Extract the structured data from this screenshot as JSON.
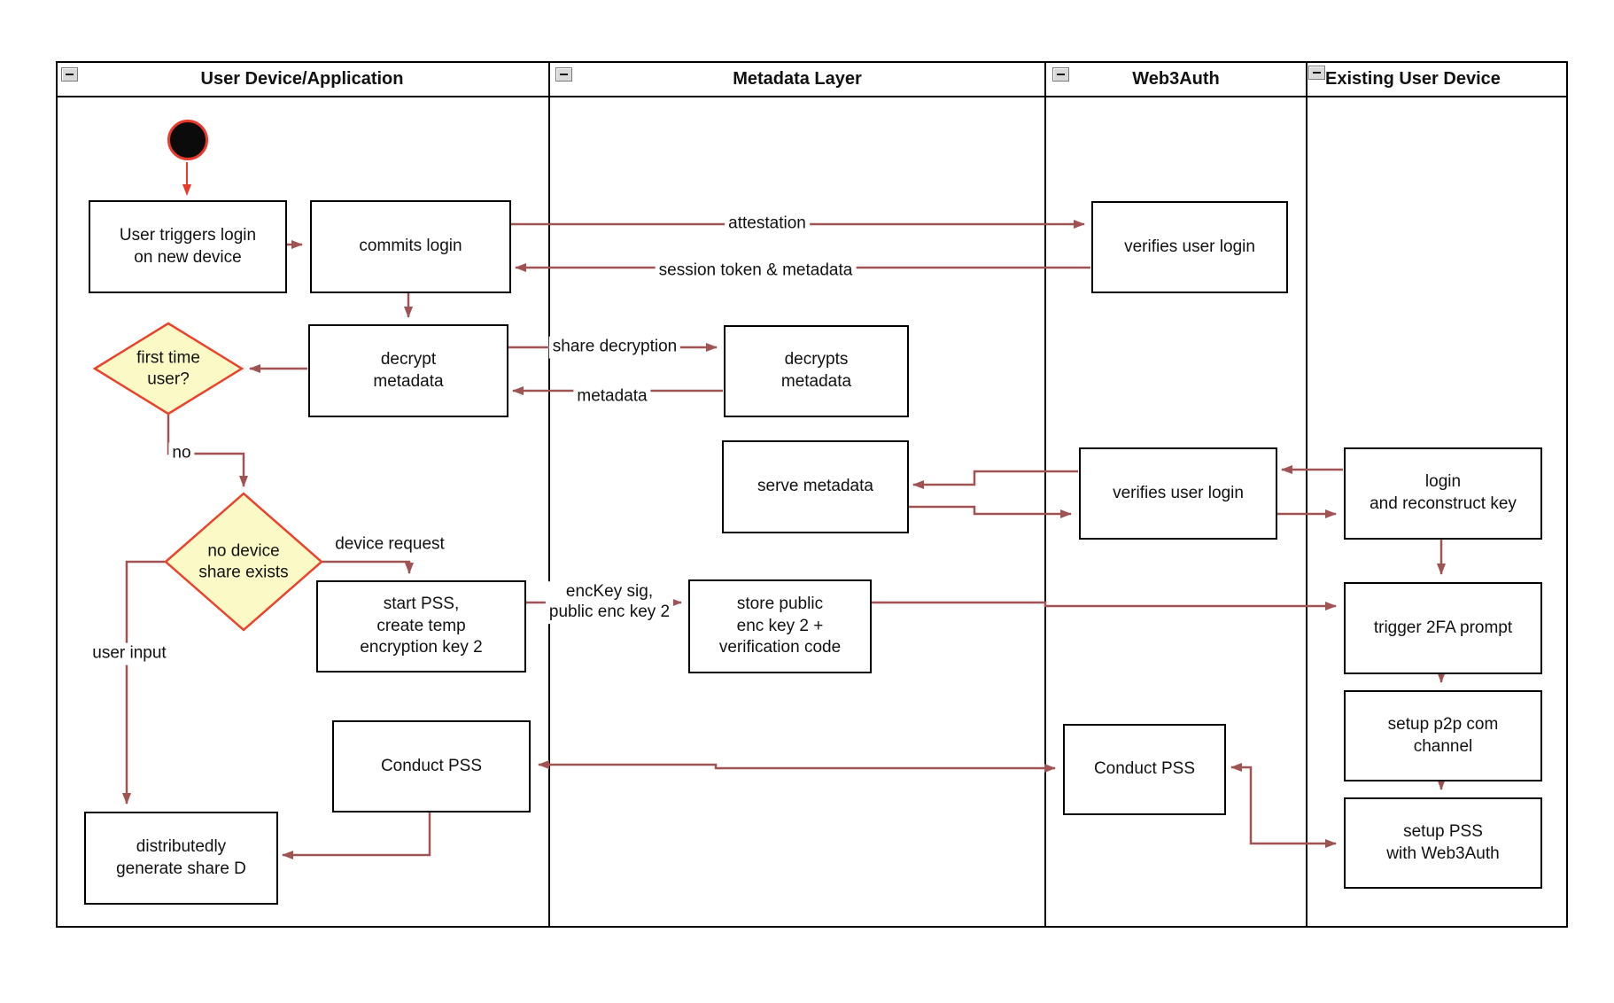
{
  "header": {
    "lanes": [
      {
        "label": "User Device/Application"
      },
      {
        "label": "Metadata Layer"
      },
      {
        "label": "Web3Auth"
      },
      {
        "label": "Existing User Device"
      }
    ]
  },
  "nodes": {
    "user_triggers": "User triggers login\non new device",
    "commits_login": "commits login",
    "decrypt_metadata": "decrypt\nmetadata",
    "first_time_user": "first time\nuser?",
    "no_device_share": "no device\nshare exists",
    "start_pss": "start PSS,\ncreate temp\nencryption key 2",
    "conduct_pss_user": "Conduct PSS",
    "distributedly_generate": "distributedly\ngenerate share D",
    "decrypts_metadata": "decrypts\nmetadata",
    "serve_metadata": "serve metadata",
    "store_public": "store public\nenc key 2 +\nverification code",
    "verifies_user_login_1": "verifies user login",
    "verifies_user_login_2": "verifies user login",
    "conduct_pss_web3auth": "Conduct PSS",
    "login_reconstruct": "login\nand reconstruct key",
    "trigger_2fa": "trigger 2FA prompt",
    "setup_p2p": "setup p2p com\nchannel",
    "setup_pss": "setup PSS\nwith Web3Auth"
  },
  "edge_labels": {
    "attestation": "attestation",
    "session_token": "session token & metadata",
    "share_decryption": "share decryption",
    "metadata": "metadata",
    "no": "no",
    "device_request": "device request",
    "enckey": "encKey sig,\npublic enc key 2",
    "user_input": "user input"
  },
  "colors": {
    "arrow": "#9f5352",
    "start_arrow": "#e8392b",
    "decision_fill": "#fbfac7",
    "decision_border": "#e8442d",
    "node_border": "#000000"
  }
}
